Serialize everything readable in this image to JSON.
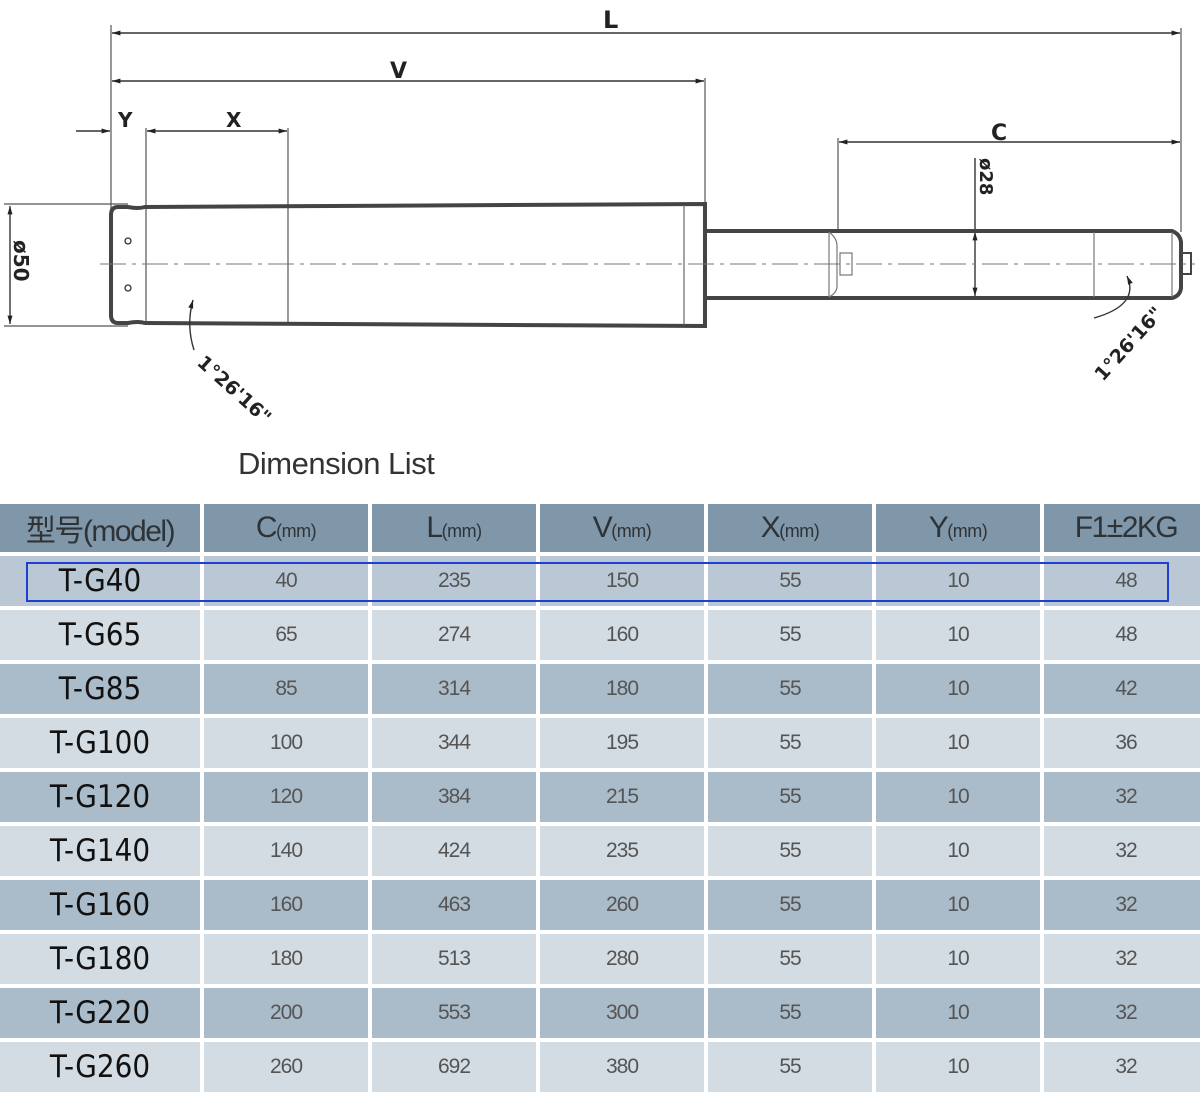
{
  "drawing": {
    "dimension_labels": {
      "L": "L",
      "V": "V",
      "Y": "Y",
      "X": "X",
      "C": "C",
      "diameter_body": "ø50",
      "diameter_rod": "ø28",
      "taper_angle_left": "1°26'16\"",
      "taper_angle_right": "1°26'16\""
    }
  },
  "title": "Dimension List",
  "table": {
    "headers": [
      {
        "main": "型号(model)",
        "sub": ""
      },
      {
        "main": "C",
        "sub": "(mm)"
      },
      {
        "main": "L",
        "sub": "(mm)"
      },
      {
        "main": "V",
        "sub": "(mm)"
      },
      {
        "main": "X",
        "sub": "(mm)"
      },
      {
        "main": "Y",
        "sub": "(mm)"
      },
      {
        "main": "F1±2KG",
        "sub": ""
      }
    ],
    "rows": [
      [
        "T-G40",
        "40",
        "235",
        "150",
        "55",
        "10",
        "48"
      ],
      [
        "T-G65",
        "65",
        "274",
        "160",
        "55",
        "10",
        "48"
      ],
      [
        "T-G85",
        "85",
        "314",
        "180",
        "55",
        "10",
        "42"
      ],
      [
        "T-G100",
        "100",
        "344",
        "195",
        "55",
        "10",
        "36"
      ],
      [
        "T-G120",
        "120",
        "384",
        "215",
        "55",
        "10",
        "32"
      ],
      [
        "T-G140",
        "140",
        "424",
        "235",
        "55",
        "10",
        "32"
      ],
      [
        "T-G160",
        "160",
        "463",
        "260",
        "55",
        "10",
        "32"
      ],
      [
        "T-G180",
        "180",
        "513",
        "280",
        "55",
        "10",
        "32"
      ],
      [
        "T-G220",
        "200",
        "553",
        "300",
        "55",
        "10",
        "32"
      ],
      [
        "T-G260",
        "260",
        "692",
        "380",
        "55",
        "10",
        "32"
      ]
    ],
    "selected_row": 0,
    "colors": {
      "header_bg": "#7f97a9",
      "row_light": "#d3dce3",
      "row_dark": "#aabbc9",
      "highlight": "#1f3fd0"
    }
  }
}
